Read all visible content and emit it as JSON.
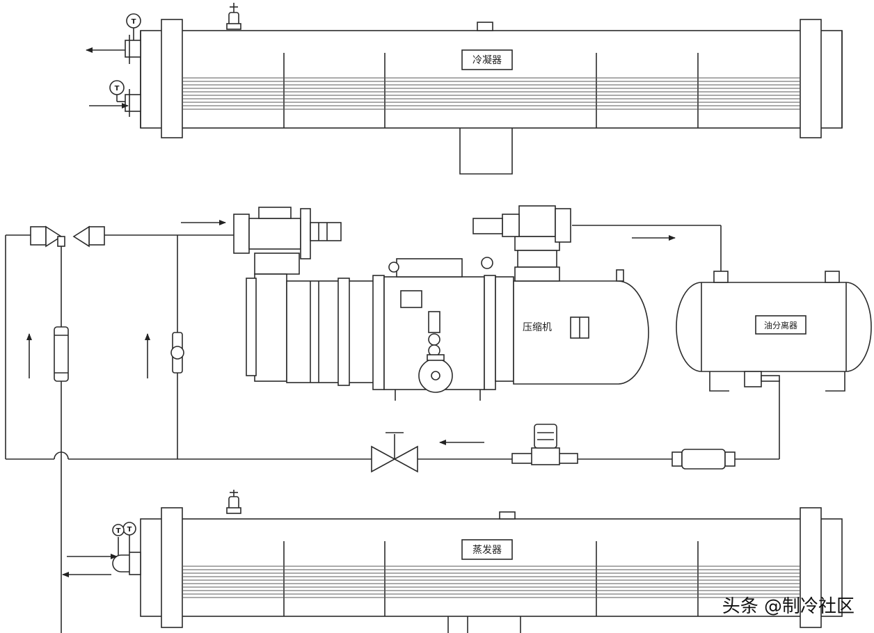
{
  "labels": {
    "condenser": "冷凝器",
    "compressor": "压缩机",
    "oil_separator": "油分离器",
    "evaporator": "蒸发器",
    "thermometer": "T"
  },
  "watermark": "头条 @制冷社区",
  "colors": {
    "line": "#2a2a2a",
    "background": "#ffffff"
  }
}
